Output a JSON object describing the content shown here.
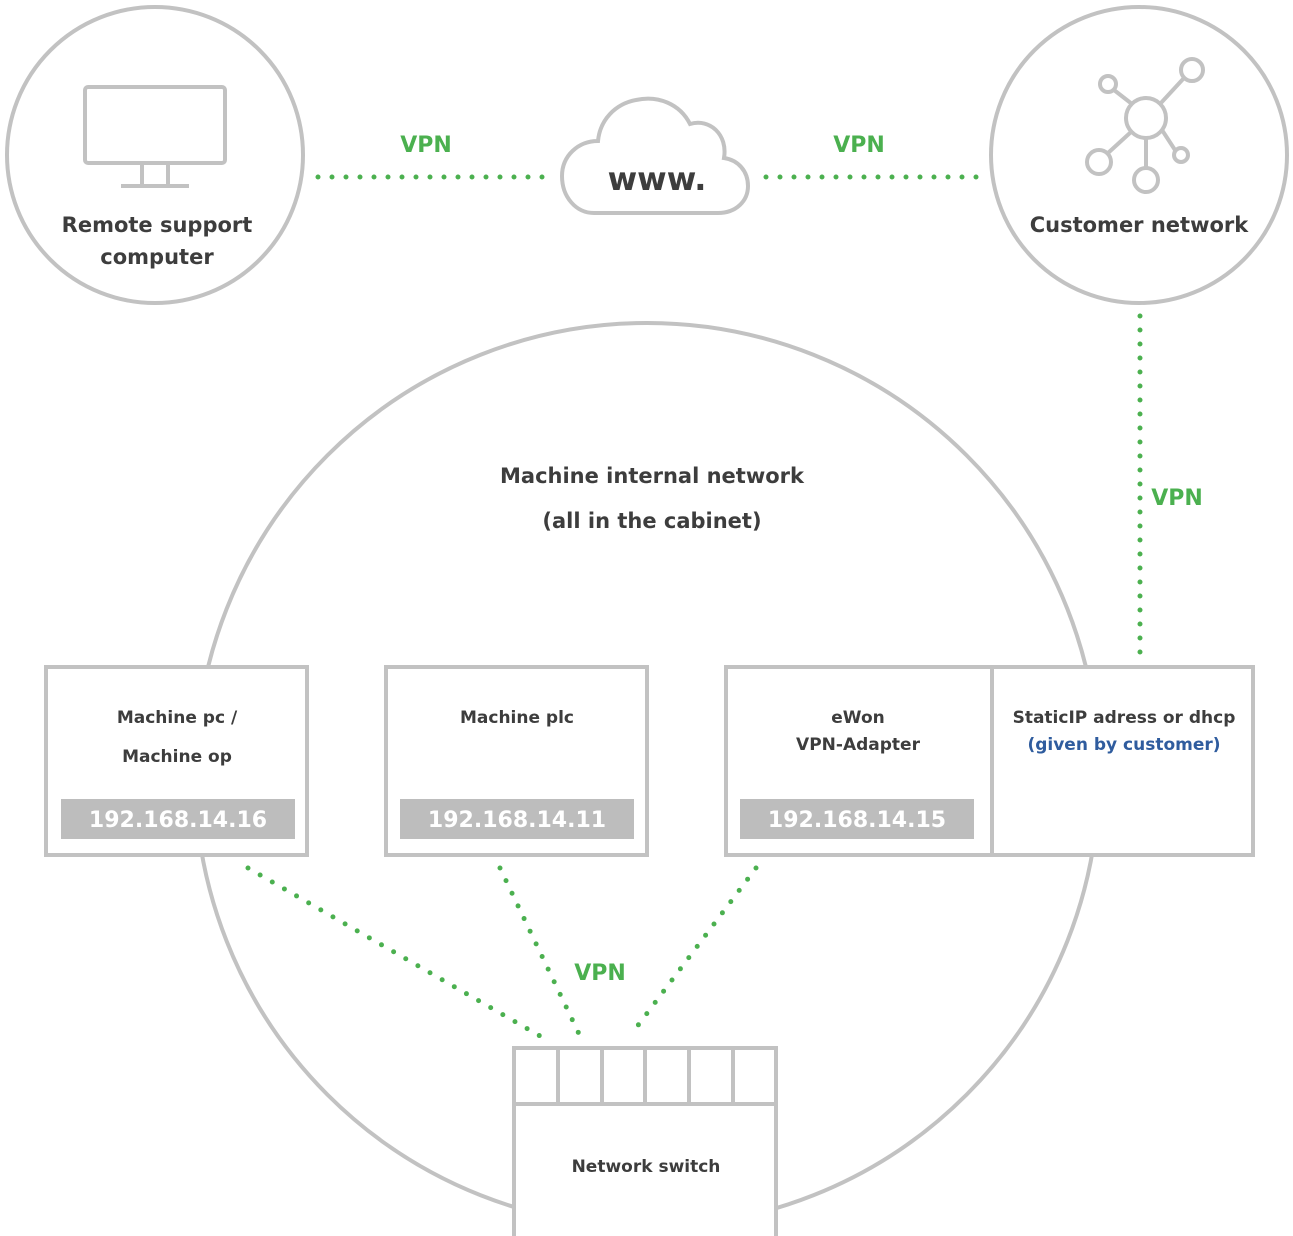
{
  "colors": {
    "stroke": "#c2c2c2",
    "text": "#3d3d3d",
    "vpn": "#4bb04f",
    "blue": "#2f5c9e",
    "ip_bg": "#bdbdbd",
    "ip_text": "#ffffff"
  },
  "remote": {
    "line1": "Remote support",
    "line2": "computer",
    "icon": "monitor-icon"
  },
  "internet": {
    "label": "www.",
    "icon": "cloud-icon"
  },
  "customer": {
    "label": "Customer network",
    "icon": "network-hub-icon"
  },
  "vpn_label": "VPN",
  "internal": {
    "title": "Machine internal network",
    "subtitle": "(all in the cabinet)"
  },
  "devices": {
    "pc": {
      "line1": "Machine pc /",
      "line2": "Machine op",
      "ip": "192.168.14.16"
    },
    "plc": {
      "line1": "Machine plc",
      "ip": "192.168.14.11"
    },
    "ewon": {
      "line1": "eWon",
      "line2": "VPN-Adapter",
      "ip": "192.168.14.15"
    },
    "static": {
      "line1": "StaticIP adress or dhcp",
      "line2": "(given by customer)"
    }
  },
  "switch": {
    "label": "Network switch"
  }
}
